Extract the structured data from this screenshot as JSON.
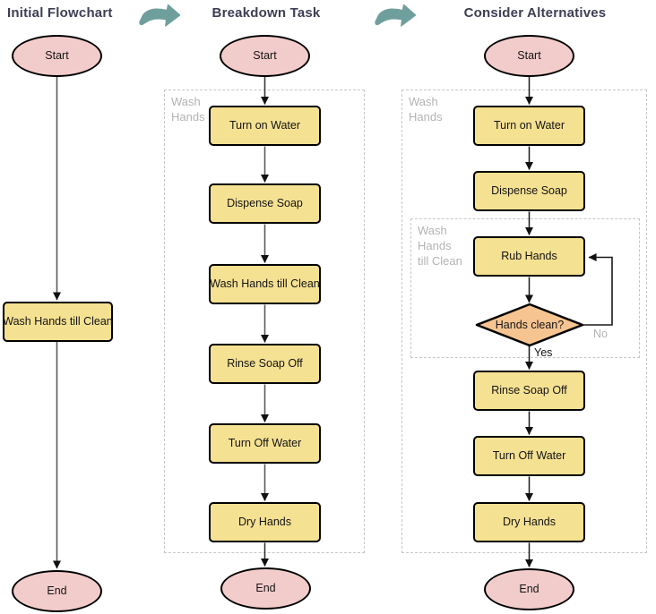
{
  "colors": {
    "terminator_fill": "#F2CCCB",
    "process_fill": "#F5E192",
    "decision_fill": "#F6C491",
    "shape_border": "#000000",
    "connector_gray": "#5A5A5A",
    "connector_black": "#1A1A1A",
    "group_border": "#C6C6C6",
    "group_label_text": "#B3B3B3",
    "title_text": "#3E3E54",
    "transition_arrow": "#6F9F9D"
  },
  "icons": {
    "transition_arrow": "curved-right-arrow"
  },
  "columns": [
    {
      "title": "Initial Flowchart",
      "nodes": {
        "start": "Start",
        "process": "Wash Hands till Clean",
        "end": "End"
      }
    },
    {
      "title": "Breakdown Task",
      "group": {
        "label": "Wash\nHands"
      },
      "nodes": {
        "start": "Start",
        "steps": [
          "Turn on Water",
          "Dispense Soap",
          "Wash Hands till Clean",
          "Rinse Soap Off",
          "Turn Off Water",
          "Dry Hands"
        ],
        "end": "End"
      }
    },
    {
      "title": "Consider Alternatives",
      "group": {
        "label": "Wash\nHands"
      },
      "subgroup": {
        "label": "Wash\nHands\ntill Clean"
      },
      "nodes": {
        "start": "Start",
        "steps_before": [
          "Turn on Water",
          "Dispense Soap"
        ],
        "loop_process": "Rub Hands",
        "decision": "Hands clean?",
        "edge_labels": {
          "yes": "Yes",
          "no": "No"
        },
        "steps_after": [
          "Rinse Soap Off",
          "Turn Off Water",
          "Dry Hands"
        ],
        "end": "End"
      }
    }
  ]
}
